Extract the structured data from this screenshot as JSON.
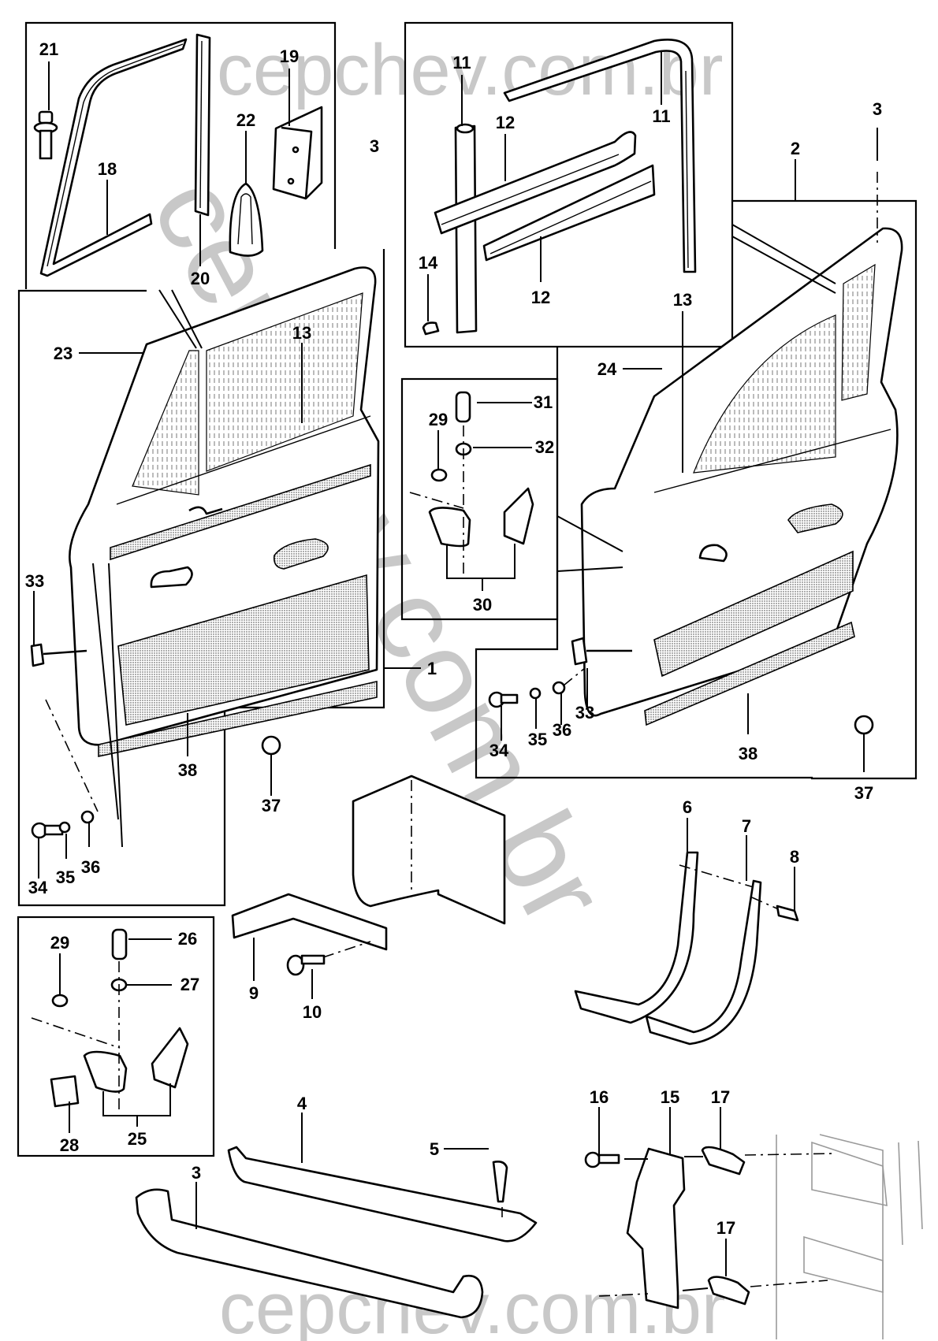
{
  "diagram": {
    "title": "Door assembly exploded parts diagram",
    "watermark": {
      "top": "cepchev.com.br",
      "diagonal": "cepchev.com.br",
      "bottom": "cepchev.com.br"
    },
    "callouts": {
      "c1": "1",
      "c2": "2",
      "c3a": "3",
      "c3b": "3",
      "c3c": "3",
      "c4": "4",
      "c5": "5",
      "c6": "6",
      "c7": "7",
      "c8": "8",
      "c9": "9",
      "c10": "10",
      "c11a": "11",
      "c11b": "11",
      "c12a": "12",
      "c12b": "12",
      "c13a": "13",
      "c13b": "13",
      "c14": "14",
      "c15": "15",
      "c16": "16",
      "c17a": "17",
      "c17b": "17",
      "c18": "18",
      "c19": "19",
      "c20": "20",
      "c21": "21",
      "c22": "22",
      "c23": "23",
      "c24": "24",
      "c25": "25",
      "c26": "26",
      "c27": "27",
      "c28": "28",
      "c29a": "29",
      "c29b": "29",
      "c30": "30",
      "c31": "31",
      "c32": "32",
      "c33a": "33",
      "c33b": "33",
      "c34a": "34",
      "c34b": "34",
      "c35a": "35",
      "c35b": "35",
      "c36a": "36",
      "c36b": "36",
      "c37a": "37",
      "c37b": "37",
      "c38a": "38",
      "c38b": "38"
    },
    "colors": {
      "line": "#000000",
      "watermark": "#c8c8c8",
      "background_part": "#9a9a9a",
      "background": "#ffffff"
    }
  }
}
